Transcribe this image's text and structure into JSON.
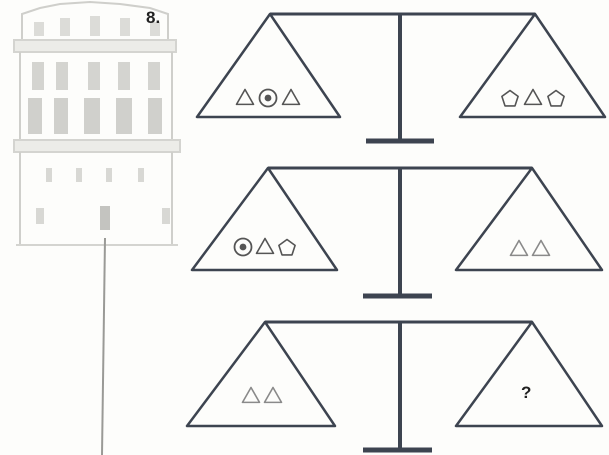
{
  "problem_number": "8.",
  "question_mark": "?",
  "colors": {
    "scale": "#3d4450",
    "shape_stroke": "#555555",
    "triangle_light": "#8a8a8a",
    "tower": "#c8c8c4"
  },
  "scales": [
    {
      "name": "scale-1",
      "left_pan": [
        "triangle",
        "circle-dot",
        "triangle"
      ],
      "right_pan": [
        "pentagon",
        "triangle",
        "pentagon"
      ]
    },
    {
      "name": "scale-2",
      "left_pan": [
        "circle-dot",
        "triangle",
        "pentagon"
      ],
      "right_pan": [
        "triangle",
        "triangle"
      ]
    },
    {
      "name": "scale-3",
      "left_pan": [
        "triangle",
        "triangle"
      ],
      "right_pan": [
        "question-mark"
      ]
    }
  ]
}
